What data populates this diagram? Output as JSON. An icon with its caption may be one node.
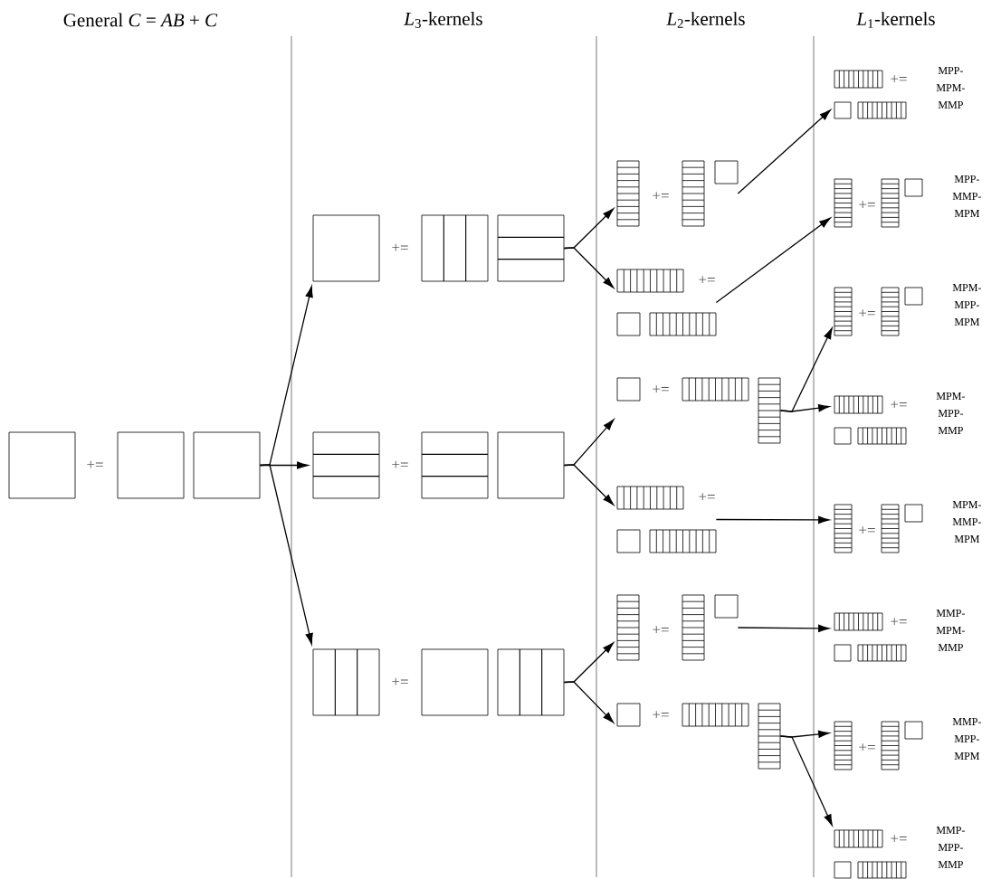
{
  "diagram": {
    "nodes": [
      {
        "text": [
          "+="
        ]
      },
      {
        "text": [
          "+="
        ]
      },
      {
        "text": [
          "+="
        ]
      },
      {
        "text": [
          "+="
        ]
      },
      {
        "text": [
          "+="
        ]
      },
      {
        "text": [
          "+="
        ]
      },
      {
        "text": [
          "+="
        ]
      },
      {
        "text": [
          "+="
        ]
      },
      {
        "text": [
          "+="
        ]
      },
      {
        "text": [
          "+="
        ]
      },
      {
        "text": [
          "+="
        ],
        "beside": [
          "MPP-MPM-MMP"
        ]
      },
      {
        "text": [
          "+="
        ],
        "beside": [
          "MPP-MMP-MPM"
        ]
      },
      {
        "text": [
          "+="
        ],
        "beside": [
          "MPM-MPP-MPM"
        ]
      },
      {
        "text": [
          "+="
        ],
        "beside": [
          "MPM-MPP-MMP"
        ]
      },
      {
        "text": [
          "+="
        ],
        "beside": [
          "MPM-MMP-MPM"
        ]
      },
      {
        "text": [
          "+="
        ],
        "beside": [
          "MMP-MPM-MMP"
        ]
      },
      {
        "text": [
          "+="
        ],
        "beside": [
          "MMP-MPP-MPM"
        ]
      },
      {
        "text": [
          "+="
        ],
        "beside": [
          "MMP-MPP-MMP"
        ]
      }
    ],
    "edges": [
      {
        "from": 0,
        "to": 1,
        "arrow": "to"
      },
      {
        "from": 0,
        "to": 2,
        "arrow": "to"
      },
      {
        "from": 0,
        "to": 3,
        "arrow": "to"
      },
      {
        "from": 1,
        "to": 4,
        "arrow": "to"
      },
      {
        "from": 1,
        "to": 5,
        "arrow": "to"
      },
      {
        "from": 2,
        "to": 6,
        "arrow": "to"
      },
      {
        "from": 2,
        "to": 7,
        "arrow": "to"
      },
      {
        "from": 3,
        "to": 8,
        "arrow": "to"
      },
      {
        "from": 3,
        "to": 9,
        "arrow": "to"
      },
      {
        "from": 4,
        "to": 10,
        "arrow": "to"
      },
      {
        "from": 5,
        "to": 11,
        "arrow": "to"
      },
      {
        "from": 6,
        "to": 12,
        "arrow": "to"
      },
      {
        "from": 6,
        "to": 13,
        "arrow": "to"
      },
      {
        "from": 7,
        "to": 14,
        "arrow": "to"
      },
      {
        "from": 8,
        "to": 15,
        "arrow": "to"
      },
      {
        "from": 9,
        "to": 16,
        "arrow": "to"
      },
      {
        "from": 9,
        "to": 17,
        "arrow": "to"
      }
    ],
    "labels": [
      "General *C* = *AB* + *C*",
      "*L*$_{3}$-kernels",
      "*L*$_{2}$-kernels",
      "*L*$_{1}$-kernels"
    ]
  }
}
